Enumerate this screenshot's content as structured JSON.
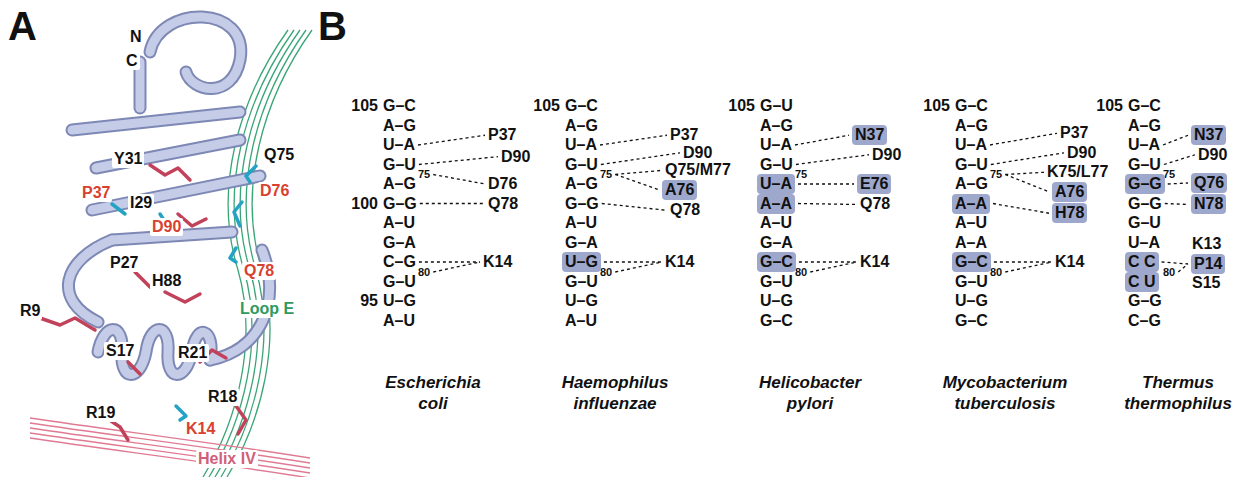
{
  "diagram": {
    "nodes": [
      {
        "text": [
          "A76"
        ]
      },
      {
        "text": [
          "U–G"
        ]
      },
      {
        "text": [
          "N37"
        ]
      },
      {
        "text": [
          "U–A"
        ]
      },
      {
        "text": [
          "E76"
        ]
      },
      {
        "text": [
          "A–A"
        ]
      },
      {
        "text": [
          "G–C"
        ]
      },
      {
        "text": [
          "A76"
        ]
      },
      {
        "text": [
          "A–A"
        ]
      },
      {
        "text": [
          "H78"
        ]
      },
      {
        "text": [
          "G–C"
        ]
      },
      {
        "text": [
          "N37"
        ]
      },
      {
        "text": [
          "G–G"
        ]
      },
      {
        "text": [
          "Q76"
        ]
      },
      {
        "text": [
          "N78"
        ]
      },
      {
        "text": [
          "C C"
        ]
      },
      {
        "text": [
          "C U"
        ]
      },
      {
        "text": [
          "P14"
        ]
      }
    ],
    "edges": [
      {
        "from": 3,
        "to": 4,
        "arrow": "none"
      },
      {
        "from": 8,
        "to": 9,
        "arrow": "none"
      },
      {
        "from": 12,
        "to": 13,
        "arrow": "none"
      },
      {
        "from": 15,
        "to": 17,
        "arrow": "none"
      }
    ],
    "labels": [
      "A",
      "N",
      "C",
      "Q75",
      "Y31",
      "P37",
      "I29",
      "D76",
      "D90",
      "P27",
      "H88",
      "Q78",
      "R9",
      "Loop E",
      "S17",
      "R21",
      "R19",
      "R18",
      "K14",
      "Helix IV",
      "B",
      "105",
      "G–C",
      "A–G",
      "U–A",
      "P37",
      "G–U",
      "D90",
      "A–G",
      "75",
      "D76",
      "100",
      "G–G",
      "Q78",
      "A–U",
      "G–A",
      "C–G",
      "K14",
      "G–U",
      "80",
      "95",
      "U–G",
      "A–U",
      "Escherichia coli",
      "105",
      "G–C",
      "A–G",
      "U–A",
      "P37",
      "G–U",
      "D90",
      "A–G",
      "75",
      "Q75/M77",
      "G–G",
      "Q78",
      "A–U",
      "G–A",
      "K14",
      "G–U",
      "80",
      "U–G",
      "A–U",
      "Haemophilus influenzae",
      "105",
      "G–U",
      "A–G",
      "U–A",
      "G–U",
      "D90",
      "75",
      "Q78",
      "A–U",
      "G–A",
      "K14",
      "G–U",
      "80",
      "U–G",
      "G–C",
      "Helicobacter pylori",
      "105",
      "G–C",
      "A–G",
      "U–A",
      "P37",
      "G–U",
      "D90",
      "A–G",
      "75",
      "K75/L77",
      "A–U",
      "A–A",
      "K14",
      "G–U",
      "80",
      "U–G",
      "G–C",
      "Mycobacterium tuberculosis",
      "105",
      "G–C",
      "A–G",
      "U–A",
      "G–U",
      "D90",
      "75",
      "G–G",
      "G–U",
      "U–A",
      "K13",
      "80",
      "S15",
      "G–G",
      "C–G",
      "Thermus thermophilus"
    ]
  }
}
